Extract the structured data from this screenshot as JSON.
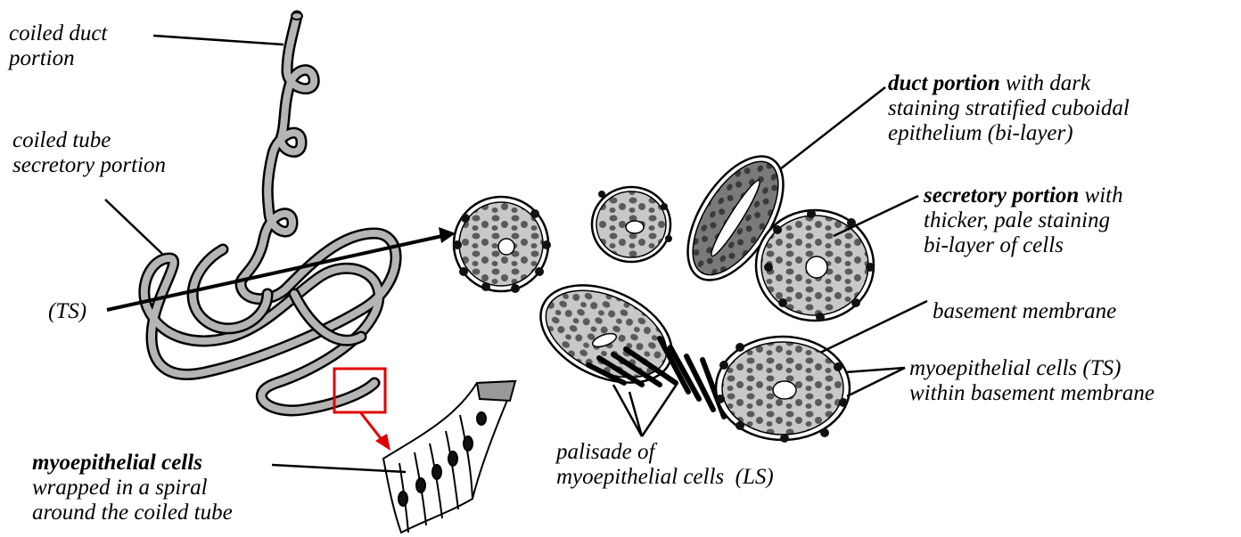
{
  "labels": {
    "coiled_duct": [
      "coiled duct",
      "portion"
    ],
    "coiled_tube": [
      "coiled tube",
      "secretory portion"
    ],
    "ts": "(TS)",
    "myo_spiral": {
      "bold": "myoepithelial cells",
      "lines": [
        "wrapped in a spiral",
        "around the coiled tube"
      ]
    },
    "duct_portion": {
      "bold": "duct portion",
      "rest": " with dark",
      "lines": [
        "staining stratified cuboidal",
        "epithelium (bi-layer)"
      ]
    },
    "secretory_portion": {
      "bold": "secretory portion",
      "rest": " with",
      "lines": [
        "thicker, pale staining",
        "bi-layer of cells"
      ]
    },
    "basement_membrane": "basement membrane",
    "myo_ts": [
      "myoepithelial cells (TS)",
      "within basement membrane"
    ],
    "palisade": [
      "palisade of",
      "myoepithelial cells  (LS)"
    ]
  },
  "colors": {
    "tube_fill": "#b5b5b5",
    "stroke": "#000000",
    "highlight": "#e00000",
    "cell_dark": "#555555",
    "lumen": "#ffffff"
  },
  "icons": [
    "zoom-box-icon",
    "arrow-icon"
  ]
}
